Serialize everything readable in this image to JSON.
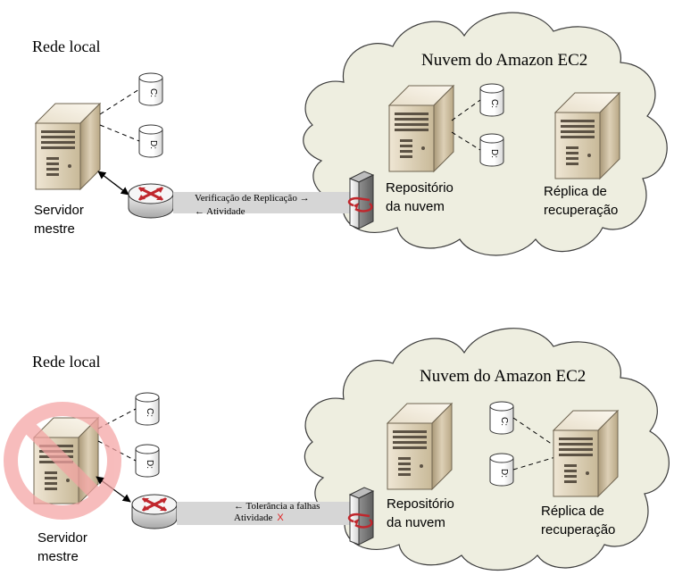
{
  "top_scene": {
    "local_network_label": "Rede local",
    "cloud_label": "Nuvem do Amazon EC2",
    "master_server_label": [
      "Servidor",
      "mestre"
    ],
    "master_drives": [
      "C:",
      "D:"
    ],
    "cloud_drives": [
      "C:",
      "D:"
    ],
    "link_labels": [
      "Verificação de Replicação →",
      "← Atividade"
    ],
    "repository_label": [
      "Repositório",
      "da nuvem"
    ],
    "replica_label": [
      "Réplica de",
      "recuperação"
    ]
  },
  "bottom_scene": {
    "local_network_label": "Rede local",
    "cloud_label": "Nuvem do Amazon EC2",
    "master_server_label": [
      "Servidor",
      "mestre"
    ],
    "master_drives": [
      "C:",
      "D:"
    ],
    "replica_drives": [
      "C:",
      "D:"
    ],
    "link_label_1": "← Tolerância a falhas",
    "link_label_2": "Atividade",
    "failure_mark": "X",
    "repository_label": [
      "Repositório",
      "da nuvem"
    ],
    "replica_label": [
      "Réplica de",
      "recuperação"
    ]
  },
  "colors": {
    "cloud_fill": "#eeeee0",
    "server_fill": "#d9cbb0",
    "link_bar": "#d6d6d6",
    "router_arrows": "#c0272d",
    "failure_mark": "#e02020",
    "no_symbol": "#f4a3a3"
  },
  "icons": [
    "server-icon",
    "database-icon",
    "router-icon",
    "firewall-icon",
    "cloud-shape",
    "no-entry-symbol"
  ]
}
